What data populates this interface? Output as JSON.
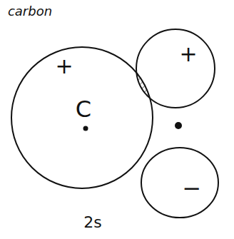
{
  "diagram": {
    "nodes": [
      {
        "text": [
          "+",
          "C"
        ]
      },
      {
        "text": [
          "+"
        ]
      },
      {
        "text": [
          "−"
        ]
      }
    ],
    "labels": [
      "carbon",
      "2s"
    ]
  }
}
